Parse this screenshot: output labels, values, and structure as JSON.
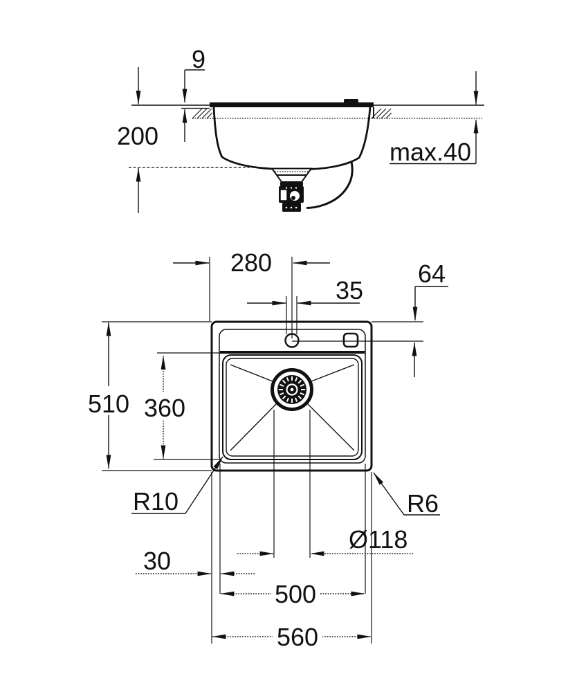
{
  "drawing": {
    "description": "Technical installation drawing of a single-bowl kitchen sink, section view above and plan view below",
    "line_color": "#111111",
    "background": "#ffffff",
    "side_view": {
      "dims": {
        "flange_height": "9",
        "bowl_depth": "200",
        "countertop_thickness": "max.40"
      }
    },
    "plan_view": {
      "dims": {
        "faucet_center_from_left": "280",
        "faucet_hole_diameter": "35",
        "faucet_center_from_top": "64",
        "overall_depth": "510",
        "bowl_inner_depth": "360",
        "bowl_corner_radius": "R10",
        "outer_corner_radius": "R6",
        "drain_diameter": "Ø118",
        "edge_to_bowl": "30",
        "bowl_inner_width": "500",
        "overall_width": "560"
      }
    }
  }
}
